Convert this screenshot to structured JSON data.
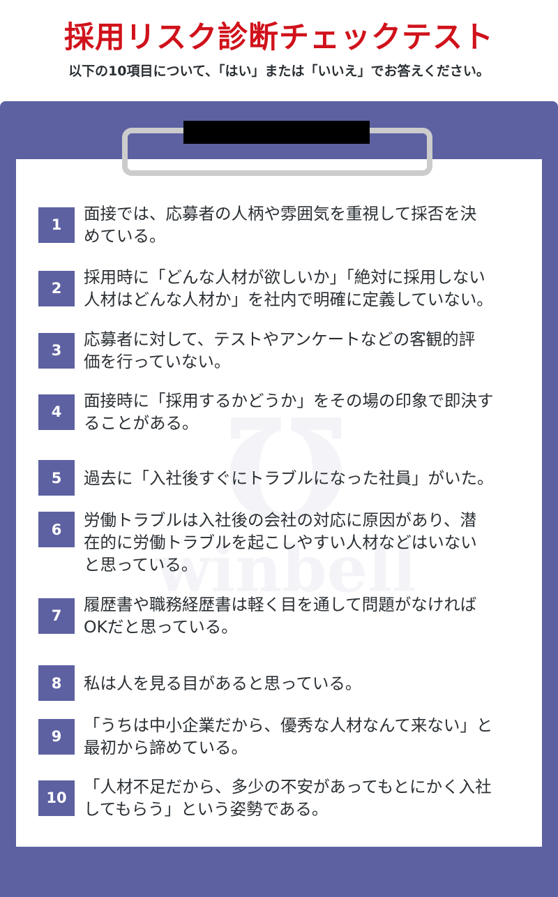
{
  "header": {
    "title": "採用リスク診断チェックテスト",
    "subtitle": "以下の10項目について、「はい」または「いいえ」でお答えください。"
  },
  "watermark": {
    "logo_text": "winbell"
  },
  "colors": {
    "accent": "#5d61a1",
    "title": "#d0121b",
    "text": "#2a2f33",
    "clip": "#cccccc"
  },
  "items": [
    {
      "number": "1",
      "lines": [
        "面接では、応募者の人柄や雰囲気を重視して採否を決",
        "めている。"
      ]
    },
    {
      "number": "2",
      "lines": [
        "採用時に「どんな人材が欲しいか」「絶対に採用しない",
        "人材はどんな人材か」を社内で明確に定義していない。"
      ]
    },
    {
      "number": "3",
      "lines": [
        "応募者に対して、テストやアンケートなどの客観的評",
        "価を行っていない。"
      ]
    },
    {
      "number": "4",
      "lines": [
        "面接時に「採用するかどうか」をその場の印象で即決す",
        "ることがある。"
      ]
    },
    {
      "number": "5",
      "lines": [
        "過去に「入社後すぐにトラブルになった社員」がいた。"
      ]
    },
    {
      "number": "6",
      "lines": [
        "労働トラブルは入社後の会社の対応に原因があり、潜",
        "在的に労働トラブルを起こしやすい人材などはいない",
        "と思っている。"
      ]
    },
    {
      "number": "7",
      "lines": [
        "履歴書や職務経歴書は軽く目を通して問題がなければ",
        "OKだと思っている。"
      ]
    },
    {
      "number": "8",
      "lines": [
        "私は人を見る目があると思っている。"
      ]
    },
    {
      "number": "9",
      "lines": [
        "「うちは中小企業だから、優秀な人材なんて来ない」と",
        "最初から諦めている。"
      ]
    },
    {
      "number": "10",
      "lines": [
        "「人材不足だから、多少の不安があってもとにかく入社",
        "してもらう」という姿勢である。"
      ]
    }
  ]
}
